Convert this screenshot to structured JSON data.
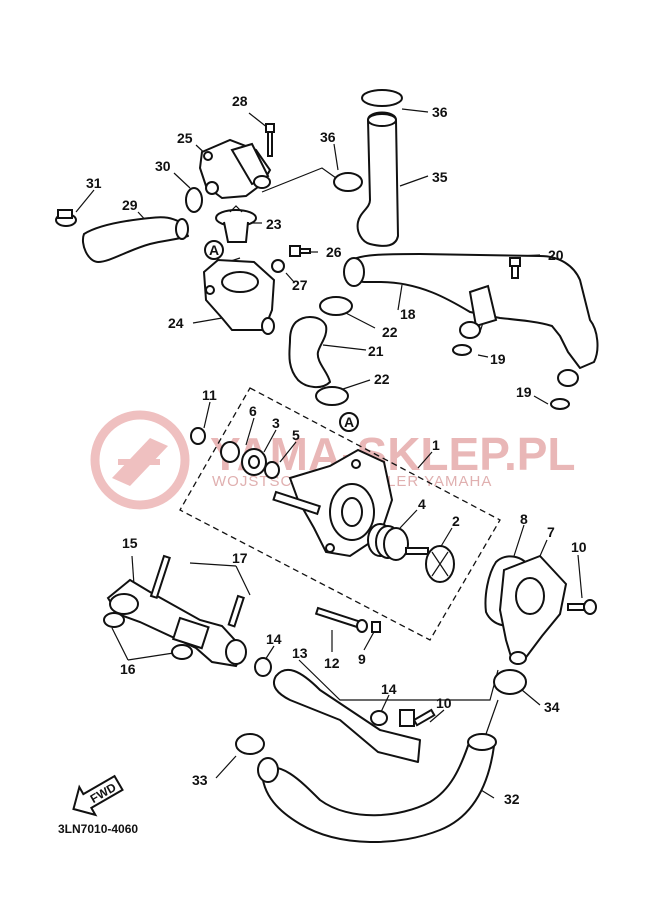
{
  "diagram_code": "3LN7010-4060",
  "watermark": {
    "brand": "YAMA-SKLEP.PL",
    "tagline": "WOJSTSCHOKZ | DEALER YAMAHA",
    "color": "#e9b7b7"
  },
  "fwd_label": "FWD",
  "callout_A": "A",
  "labels": {
    "p1": "1",
    "p2": "2",
    "p3": "3",
    "p4": "4",
    "p5": "5",
    "p6": "6",
    "p7": "7",
    "p8": "8",
    "p9": "9",
    "p10a": "10",
    "p10b": "10",
    "p11": "11",
    "p12": "12",
    "p13": "13",
    "p14a": "14",
    "p14b": "14",
    "p15": "15",
    "p16": "16",
    "p17": "17",
    "p18": "18",
    "p19a": "19",
    "p19b": "19",
    "p20": "20",
    "p21": "21",
    "p22a": "22",
    "p22b": "22",
    "p23": "23",
    "p24": "24",
    "p25": "25",
    "p26": "26",
    "p27": "27",
    "p28": "28",
    "p29": "29",
    "p30": "30",
    "p31": "31",
    "p32": "32",
    "p33": "33",
    "p34": "34",
    "p35": "35",
    "p36a": "36",
    "p36b": "36"
  }
}
